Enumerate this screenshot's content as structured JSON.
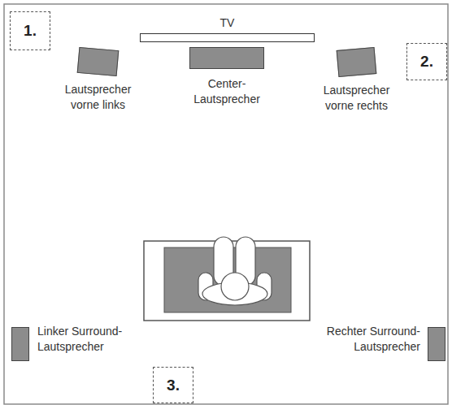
{
  "diagram": {
    "nodes": [
      {
        "text": [
          "1."
        ]
      },
      {
        "text": [
          "TV"
        ]
      },
      {
        "text": [
          "2."
        ]
      },
      {
        "text": [
          "Lautsprecher vorne links"
        ]
      },
      {
        "text": [
          "Center- Lautsprecher"
        ]
      },
      {
        "text": [
          "Lautsprecher vorne rechts"
        ]
      },
      {
        "text": [
          "Linker Surround-Lautsprecher"
        ]
      },
      {
        "text": [
          "Rechter Surround-Lautsprecher"
        ]
      },
      {
        "text": [
          "3."
        ]
      }
    ]
  }
}
